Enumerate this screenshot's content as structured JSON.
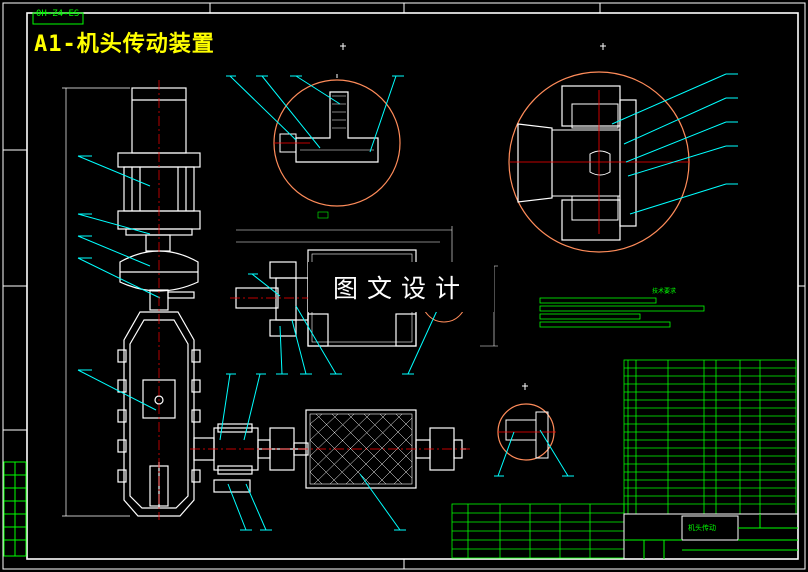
{
  "drawing": {
    "title": "A1-机头传动装置",
    "corner_code": "0H-Z4-ES",
    "watermark": "图文设计",
    "tech_requirements_label": "技术要求",
    "title_block_name": "机头传动",
    "colors": {
      "background": "#000000",
      "frame": "#ffffff",
      "line": "#ffffff",
      "leader": "#00ffff",
      "detail_circle": "#ff8c5a",
      "text": "#00ff00",
      "title": "#ffff00",
      "center": "#ff0000",
      "dim": "#00ff00"
    }
  }
}
